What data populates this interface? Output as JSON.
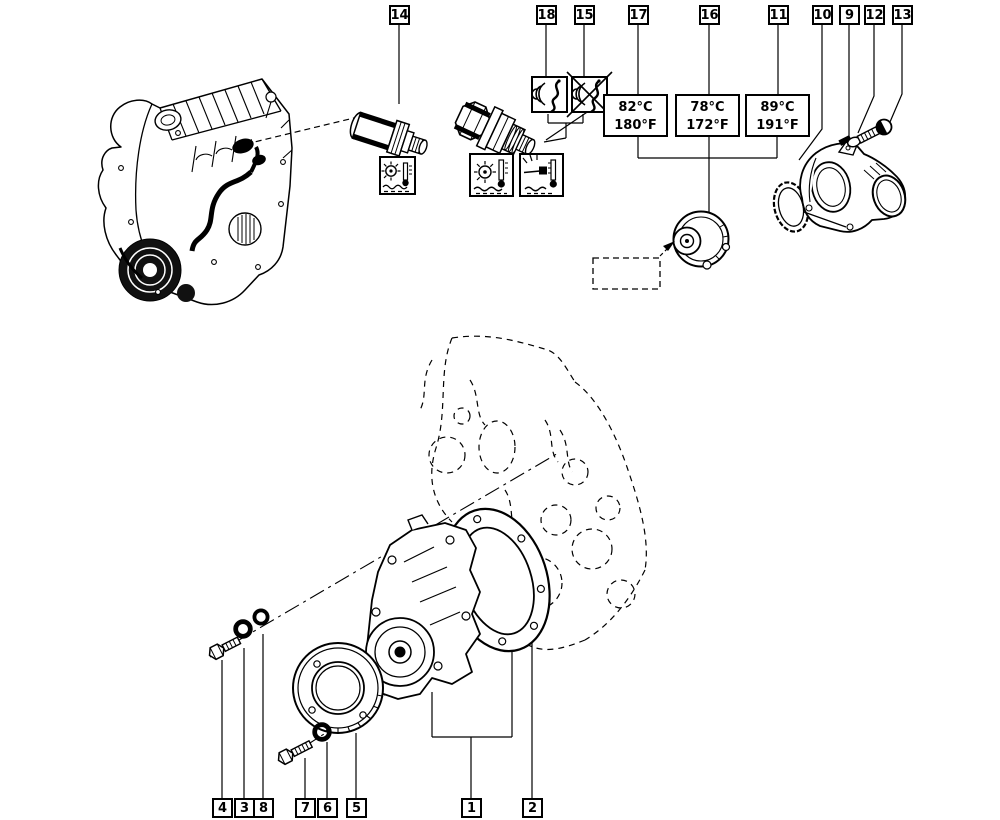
{
  "figure": {
    "kind": "exploded-parts-diagram",
    "line_color": "#000000",
    "background_color": "#ffffff"
  },
  "callouts": {
    "top": [
      {
        "label": "14"
      },
      {
        "label": "18"
      },
      {
        "label": "15"
      },
      {
        "label": "17"
      },
      {
        "label": "16"
      },
      {
        "label": "11"
      },
      {
        "label": "10"
      },
      {
        "label": "9"
      },
      {
        "label": "12"
      },
      {
        "label": "13"
      }
    ],
    "bottom": [
      {
        "label": "4"
      },
      {
        "label": "3"
      },
      {
        "label": "8"
      },
      {
        "label": "7"
      },
      {
        "label": "6"
      },
      {
        "label": "5"
      },
      {
        "label": "1"
      },
      {
        "label": "2"
      }
    ]
  },
  "thermostat_ratings": [
    {
      "celsius": "82°C",
      "fahrenheit": "180°F"
    },
    {
      "celsius": "78°C",
      "fahrenheit": "172°F"
    },
    {
      "celsius": "89°C",
      "fahrenheit": "191°F"
    }
  ],
  "icons": [
    "temp-warning-lamp-icon",
    "temp-warning-lamp-icon",
    "temp-gauge-icon",
    "buzzer-icon",
    "buzzer-off-icon"
  ]
}
